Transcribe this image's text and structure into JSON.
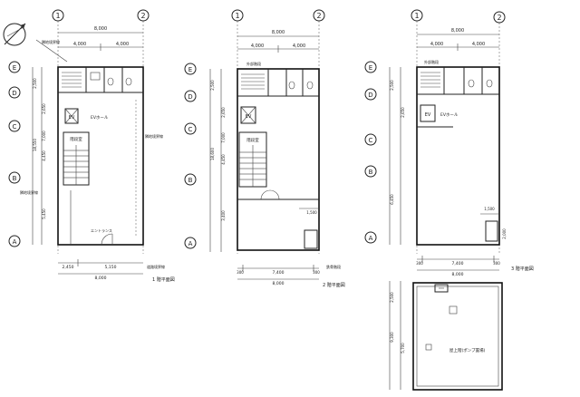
{
  "grid": {
    "columns": [
      "1",
      "2"
    ],
    "rows": [
      "E",
      "D",
      "C",
      "B",
      "A"
    ]
  },
  "floor1": {
    "title": "1 階平面図",
    "dim_top_total": "8,000",
    "dim_top_left": "4,000",
    "dim_top_right": "4,000",
    "dim_bottom_left": "2,450",
    "dim_bottom_right": "5,150",
    "dim_bottom_total": "8,000",
    "dim_left_1": "2,500",
    "dim_left_2": "2,650",
    "dim_left_3": "7,000",
    "dim_left_4": "4,450",
    "dim_left_5": "5,450",
    "dim_left_total": "18,550",
    "label_ev": "EV",
    "label_evhall": "EVホール",
    "label_stair": "階段室",
    "label_entrance": "エントランス",
    "note_top": "隣地境界線",
    "note_right": "隣地境界線",
    "note_left": "隣地境界線",
    "note_bottom": "道路境界線"
  },
  "floor2": {
    "title": "2 階平面図",
    "dim_top_total": "8,000",
    "dim_top_left": "4,000",
    "dim_top_right": "4,000",
    "dim_bottom_left": "300",
    "dim_bottom_mid": "7,400",
    "dim_bottom_right": "300",
    "dim_bottom_total": "8,000",
    "dim_left_1": "2,500",
    "dim_left_2": "2,650",
    "dim_left_3": "7,000",
    "dim_left_4": "4,450",
    "dim_left_5": "3,400",
    "dim_left_total": "18,600",
    "dim_right_note": "1,500",
    "label_ev": "EV",
    "label_stair": "階段室",
    "label_equipment": "外部階段",
    "note_bottom": "鉄骨階段"
  },
  "floor3": {
    "title": "3 階平面図",
    "dim_top_total": "8,000",
    "dim_top_left": "4,000",
    "dim_top_right": "4,000",
    "dim_bottom_left": "300",
    "dim_bottom_mid": "7,400",
    "dim_bottom_right": "300",
    "dim_bottom_total": "8,000",
    "dim_left_1": "2,500",
    "dim_left_2": "2,650",
    "dim_left_3": "6,450",
    "dim_right_1": "1,500",
    "dim_right_2": "2,000",
    "label_ev": "EV",
    "label_evhall": "EVホール",
    "label_room": "外部階段"
  },
  "rooftop": {
    "dim_left_1": "2,500",
    "dim_left_2": "9,300",
    "dim_left_3": "5,700",
    "label_area": "屋上階(ポンプ置場)"
  }
}
